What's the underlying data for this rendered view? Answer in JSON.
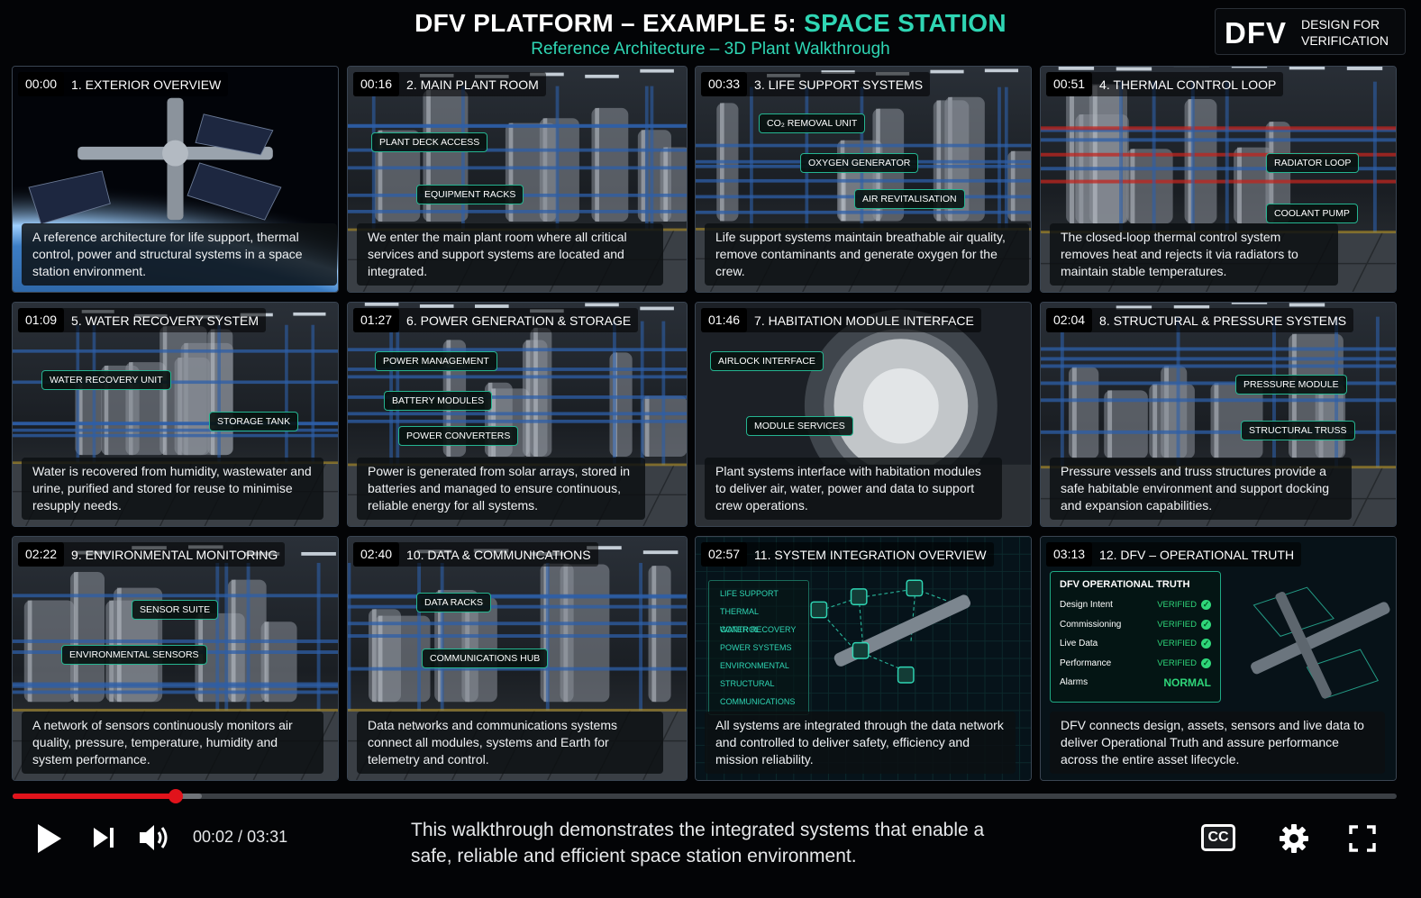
{
  "header": {
    "title_prefix": "DFV PLATFORM – EXAMPLE 5: ",
    "title_accent": "SPACE STATION",
    "subtitle": "Reference Architecture – 3D Plant Walkthrough",
    "logo_mark": "DFV",
    "logo_text_1": "DESIGN FOR",
    "logo_text_2": "VERIFICATION"
  },
  "colors": {
    "accent": "#2fd6b4",
    "progress": "#e1131b",
    "verified": "#2fd67a"
  },
  "panels": [
    {
      "time": "00:00",
      "title": "1. EXTERIOR OVERVIEW",
      "caption": "A reference architecture for life support, thermal control, power and structural systems in a space station environment.",
      "labels": []
    },
    {
      "time": "00:16",
      "title": "2. MAIN PLANT ROOM",
      "caption": "We enter the main plant room where all critical services and support systems are located and integrated.",
      "labels": [
        "PLANT DECK ACCESS",
        "EQUIPMENT RACKS"
      ]
    },
    {
      "time": "00:33",
      "title": "3. LIFE SUPPORT SYSTEMS",
      "caption": "Life support systems maintain breathable air quality, remove contaminants and generate oxygen for the crew.",
      "labels": [
        "CO₂ REMOVAL UNIT",
        "OXYGEN GENERATOR",
        "AIR REVITALISATION"
      ]
    },
    {
      "time": "00:51",
      "title": "4. THERMAL CONTROL LOOP",
      "caption": "The closed-loop thermal control system removes heat and rejects it via radiators to maintain stable temperatures.",
      "labels": [
        "RADIATOR LOOP",
        "COOLANT PUMP"
      ]
    },
    {
      "time": "01:09",
      "title": "5. WATER RECOVERY SYSTEM",
      "caption": "Water is recovered from humidity, wastewater and urine, purified and stored for reuse to minimise resupply needs.",
      "labels": [
        "WATER RECOVERY UNIT",
        "STORAGE TANK"
      ]
    },
    {
      "time": "01:27",
      "title": "6. POWER GENERATION & STORAGE",
      "caption": "Power is generated from solar arrays, stored in batteries and managed to ensure continuous, reliable energy for all systems.",
      "labels": [
        "POWER MANAGEMENT",
        "BATTERY MODULES",
        "POWER CONVERTERS"
      ]
    },
    {
      "time": "01:46",
      "title": "7. HABITATION MODULE INTERFACE",
      "caption": "Plant systems interface with habitation modules to deliver air, water, power and data to support crew operations.",
      "labels": [
        "AIRLOCK INTERFACE",
        "MODULE SERVICES"
      ]
    },
    {
      "time": "02:04",
      "title": "8. STRUCTURAL & PRESSURE SYSTEMS",
      "caption": "Pressure vessels and truss structures provide a safe habitable environment and support docking and expansion capabilities.",
      "labels": [
        "PRESSURE MODULE",
        "STRUCTURAL TRUSS"
      ]
    },
    {
      "time": "02:22",
      "title": "9. ENVIRONMENTAL MONITORING",
      "caption": "A network of sensors continuously monitors air quality, pressure, temperature, humidity and system performance.",
      "labels": [
        "SENSOR SUITE",
        "ENVIRONMENTAL SENSORS"
      ]
    },
    {
      "time": "02:40",
      "title": "10. DATA & COMMUNICATIONS",
      "caption": "Data networks and communications systems connect all modules, systems and Earth for telemetry and control.",
      "labels": [
        "DATA RACKS",
        "COMMUNICATIONS HUB"
      ]
    },
    {
      "time": "02:57",
      "title": "11. SYSTEM INTEGRATION OVERVIEW",
      "caption": "All systems are integrated through the data network and controlled to deliver safety, efficiency and mission reliability.",
      "labels": []
    },
    {
      "time": "03:13",
      "title": "12. DFV – OPERATIONAL TRUTH",
      "caption": "DFV connects design, assets, sensors and live data to deliver Operational Truth and assure performance across the entire asset lifecycle.",
      "labels": []
    }
  ],
  "integration_systems": [
    "LIFE SUPPORT",
    "THERMAL CONTROL",
    "WATER RECOVERY",
    "POWER SYSTEMS",
    "ENVIRONMENTAL",
    "STRUCTURAL",
    "COMMUNICATIONS"
  ],
  "operational_truth": {
    "heading": "DFV OPERATIONAL TRUTH",
    "rows": [
      {
        "label": "Design Intent",
        "status": "VERIFIED"
      },
      {
        "label": "Commissioning",
        "status": "VERIFIED"
      },
      {
        "label": "Live Data",
        "status": "VERIFIED"
      },
      {
        "label": "Performance",
        "status": "VERIFIED"
      }
    ],
    "alarms_label": "Alarms",
    "alarms_status": "NORMAL"
  },
  "player": {
    "time_current": "00:02",
    "time_separator": " / ",
    "time_total": "03:31",
    "progress_fraction": 0.118,
    "buffer_fraction": 0.137,
    "subtitle_line_1": "This walkthrough demonstrates the integrated systems that enable a",
    "subtitle_line_2": "safe, reliable and efficient space station environment.",
    "cc_label": "CC"
  }
}
